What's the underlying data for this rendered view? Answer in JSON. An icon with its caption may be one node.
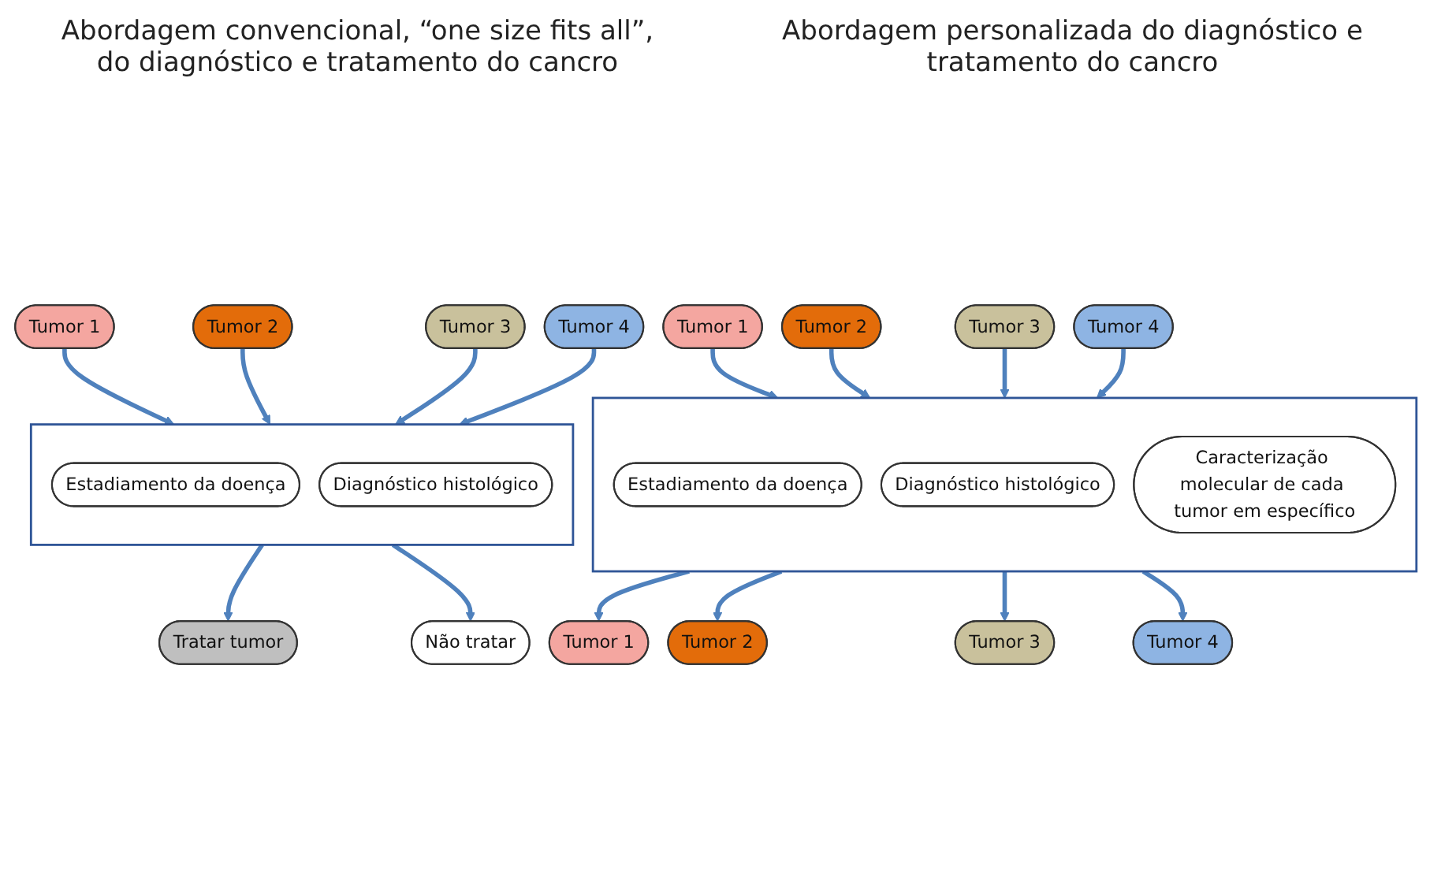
{
  "diagram": {
    "nodes": [
      {
        "text": [
          "Tumor 1"
        ]
      },
      {
        "text": [
          "Tumor 2"
        ]
      },
      {
        "text": [
          "Tumor 3"
        ]
      },
      {
        "text": [
          "Tumor 4"
        ]
      },
      {
        "text": [],
        "shape": "box"
      },
      {
        "text": [
          "Estadiamento da doença"
        ],
        "in": 4
      },
      {
        "text": [
          "Diagnóstico histológico"
        ],
        "in": 4
      },
      {
        "text": [
          "Tratar tumor"
        ]
      },
      {
        "text": [
          "Não tratar"
        ]
      },
      {
        "text": [
          "Tumor 1"
        ]
      },
      {
        "text": [
          "Tumor 2"
        ]
      },
      {
        "text": [
          "Tumor 3"
        ]
      },
      {
        "text": [
          "Tumor 4"
        ]
      },
      {
        "text": [],
        "shape": "box"
      },
      {
        "text": [
          "Estadiamento da doença"
        ],
        "in": 13
      },
      {
        "text": [
          "Diagnóstico histológico"
        ],
        "in": 13
      },
      {
        "text": [
          "Caracterização molecular de cada tumor em específico"
        ],
        "in": 13
      },
      {
        "text": [
          "Tumor 1"
        ]
      },
      {
        "text": [
          "Tumor 2"
        ]
      },
      {
        "text": [
          "Tumor 3"
        ]
      },
      {
        "text": [
          "Tumor 4"
        ]
      }
    ],
    "edges": [
      {
        "from": 0,
        "to": 4,
        "arrow": "to"
      },
      {
        "from": 1,
        "to": 4,
        "arrow": "to"
      },
      {
        "from": 2,
        "to": 4,
        "arrow": "to"
      },
      {
        "from": 3,
        "to": 4,
        "arrow": "to"
      },
      {
        "from": 4,
        "to": 7,
        "arrow": "to"
      },
      {
        "from": 4,
        "to": 8,
        "arrow": "to"
      },
      {
        "from": 9,
        "to": 13,
        "arrow": "to"
      },
      {
        "from": 10,
        "to": 13,
        "arrow": "to"
      },
      {
        "from": 11,
        "to": 13,
        "arrow": "to"
      },
      {
        "from": 12,
        "to": 13,
        "arrow": "to"
      },
      {
        "from": 13,
        "to": 17,
        "arrow": "to"
      },
      {
        "from": 13,
        "to": 18,
        "arrow": "to"
      },
      {
        "from": 13,
        "to": 19,
        "arrow": "to"
      },
      {
        "from": 13,
        "to": 20,
        "arrow": "to"
      }
    ],
    "labels": [
      "Abordagem convencional, “one size fits all”, do diagnóstico e tratamento do cancro",
      "Abordagem personalizada do diagnóstico e tratamento do cancro"
    ]
  }
}
